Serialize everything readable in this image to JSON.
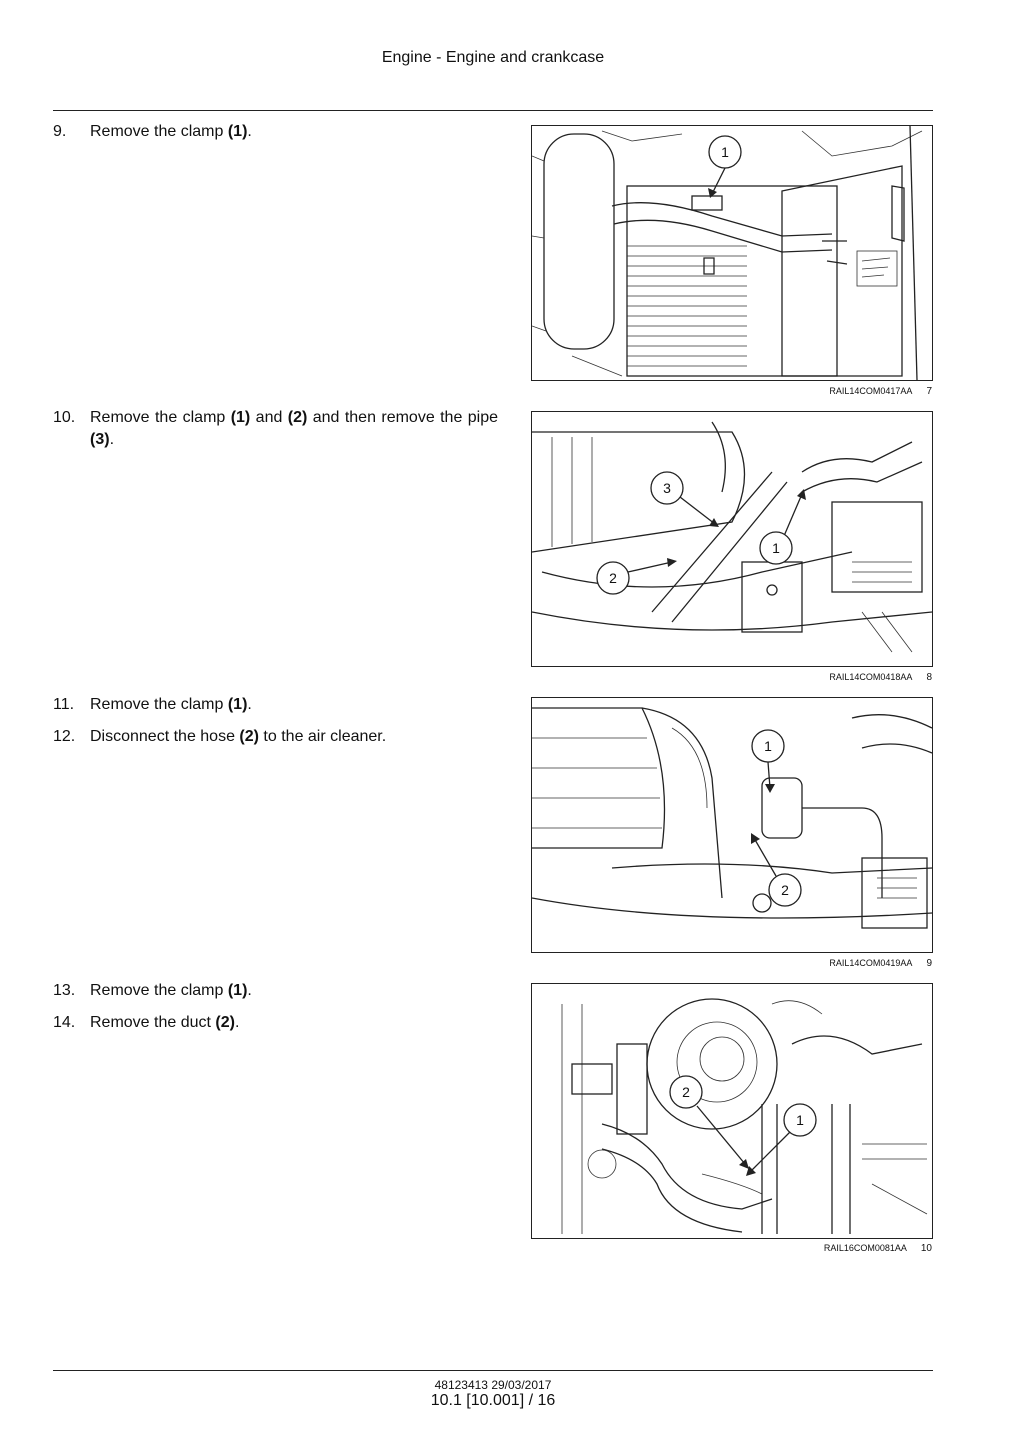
{
  "header": {
    "title": "Engine - Engine and crankcase"
  },
  "steps": [
    {
      "num": "9.",
      "parts": [
        "Remove the clamp ",
        "(1)",
        "."
      ]
    },
    {
      "num": "10.",
      "parts": [
        "Remove the clamp ",
        "(1)",
        " and ",
        "(2)",
        " and then remove the pipe ",
        "(3)",
        "."
      ]
    },
    {
      "num": "11.",
      "parts": [
        "Remove the clamp ",
        "(1)",
        "."
      ]
    },
    {
      "num": "12.",
      "parts": [
        "Disconnect the hose ",
        "(2)",
        " to the air cleaner."
      ]
    },
    {
      "num": "13.",
      "parts": [
        "Remove the clamp ",
        "(1)",
        "."
      ]
    },
    {
      "num": "14.",
      "parts": [
        "Remove the duct ",
        "(2)",
        "."
      ]
    }
  ],
  "figures": [
    {
      "ref": "RAIL14COM0417AA",
      "number": "7",
      "callouts": [
        "1"
      ]
    },
    {
      "ref": "RAIL14COM0418AA",
      "number": "8",
      "callouts": [
        "3",
        "1",
        "2"
      ]
    },
    {
      "ref": "RAIL14COM0419AA",
      "number": "9",
      "callouts": [
        "1",
        "2"
      ]
    },
    {
      "ref": "RAIL16COM0081AA",
      "number": "10",
      "callouts": [
        "2",
        "1"
      ]
    }
  ],
  "footer": {
    "doc_code": "48123413 29/03/2017",
    "page": "10.1 [10.001] / 16"
  }
}
